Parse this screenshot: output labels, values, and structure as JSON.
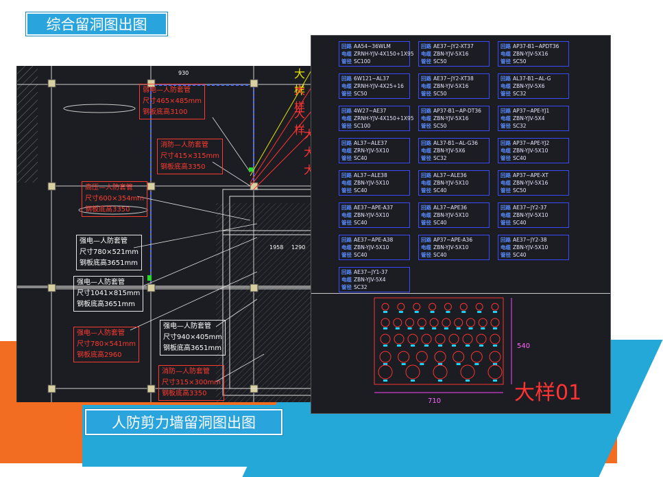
{
  "titles": {
    "top": "综合留洞图出图",
    "bottom": "人防剪力墙留洞图出图"
  },
  "left_plan": {
    "dims": [
      "930",
      "1958",
      "1290"
    ],
    "labels": [
      {
        "line1": "弱电—人防套管",
        "line2": "尺寸465×485mm",
        "line3": "钢板底高3100",
        "style": "red"
      },
      {
        "line1": "消防—人防套管",
        "line2": "尺寸415×315mm",
        "line3": "钢板底高3350",
        "style": "red"
      },
      {
        "line1": "高压—人防套管",
        "line2": "尺寸600×354mm",
        "line3": "钢板底高3350",
        "style": "red"
      },
      {
        "line1": "强电—人防套管",
        "line2": "尺寸780×521mm",
        "line3": "钢板底高3651mm",
        "style": "white"
      },
      {
        "line1": "强电—人防套管",
        "line2": "尺寸1041×815mm",
        "line3": "钢板底高3651mm",
        "style": "white"
      },
      {
        "line1": "强电—人防套管",
        "line2": "尺寸780×541mm",
        "line3": "钢板底高2960",
        "style": "red"
      },
      {
        "line1": "强电—人防套管",
        "line2": "尺寸940×405mm",
        "line3": "钢板底高3651mm",
        "style": "white"
      },
      {
        "line1": "消防—人防套管",
        "line2": "尺寸315×300mm",
        "line3": "钢板底高3350",
        "style": "red"
      }
    ],
    "side_labels": [
      "大样",
      "大样",
      "大样",
      "大",
      "大",
      "大"
    ]
  },
  "right_panel": {
    "cables": [
      [
        "AA54~36WLM",
        "ZRNH-YJV-4X150+1X95",
        "SC100"
      ],
      [
        "AE37~JY2-XT37",
        "ZBN-YJV-5X16",
        "SC50"
      ],
      [
        "AP37-B1~APDT36",
        "ZBN-YJV-5X16",
        "SC50"
      ],
      [
        "6W121~AL37",
        "ZRNH-YJV-4X25+16",
        "SC50"
      ],
      [
        "AE37~JY2-XT38",
        "ZBN-YJV-5X16",
        "SC50"
      ],
      [
        "AL37-B1~AL-G",
        "ZBN-YJV-5X6",
        "SC32"
      ],
      [
        "4W27~AE37",
        "ZRNH-YJV-4X150+1X95",
        "SC100"
      ],
      [
        "AP37-B1~AP-DT36",
        "ZBN-YJV-5X16",
        "SC50"
      ],
      [
        "AP37~APE-YJ1",
        "ZBN-YJV-5X4",
        "SC32"
      ],
      [
        "AL37~ALE37",
        "ZRN-YJV-5X10",
        "SC40"
      ],
      [
        "AL37-B1~AL-G36",
        "ZBN-YJV-5X6",
        "SC32"
      ],
      [
        "AP37~APE-YJ2",
        "ZBN-YJV-5X10",
        "SC40"
      ],
      [
        "AL37~ALE38",
        "ZBN-YJV-5X10",
        "SC40"
      ],
      [
        "AL37~ALE36",
        "ZBN-YJV-5X10",
        "SC40"
      ],
      [
        "AP37~APE-XT",
        "ZBN-YJV-5X16",
        "SC50"
      ],
      [
        "AE37~APE-A37",
        "ZBN-YJV-5X10",
        "SC40"
      ],
      [
        "AL37~APE36",
        "ZBN-YJV-5X10",
        "SC40"
      ],
      [
        "AE37~JY2-37",
        "ZBN-YJV-5X10",
        "SC40"
      ],
      [
        "AE37~APE-A38",
        "ZBN-YJV-5X10",
        "SC40"
      ],
      [
        "AP37~APE-A36",
        "ZBN-YJV-5X10",
        "SC40"
      ],
      [
        "AE37~JY2-38",
        "ZBN-YJV-5X10",
        "SC40"
      ],
      [
        "AE37~JY1-37",
        "ZBN-YJV-5X4",
        "SC32"
      ]
    ],
    "row_labels": {
      "loop": "回路",
      "cable": "电缆",
      "pipe": "管径"
    },
    "detail": {
      "width": "710",
      "height": "540",
      "title": "大样01"
    }
  },
  "colors": {
    "accent_blue": "#2aa4dc",
    "orange": "#f26d21",
    "cad_bg": "#1b1d22"
  }
}
